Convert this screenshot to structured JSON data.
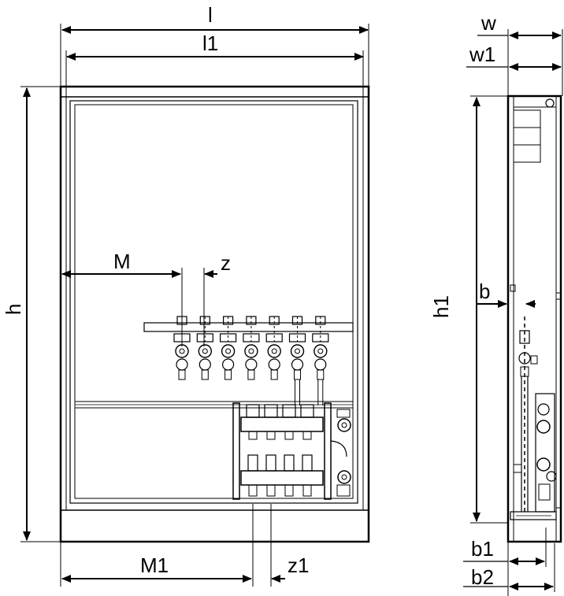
{
  "front_view": {
    "dimensions": {
      "l": "l",
      "l1": "l1",
      "h": "h",
      "M": "M",
      "z": "z",
      "M1": "M1",
      "z1": "z1"
    },
    "upper_valve_count": 7,
    "manifold_outlet_count": 4
  },
  "side_view": {
    "dimensions": {
      "w": "w",
      "w1": "w1",
      "h1": "h1",
      "b": "b",
      "b1": "b1",
      "b2": "b2"
    }
  }
}
